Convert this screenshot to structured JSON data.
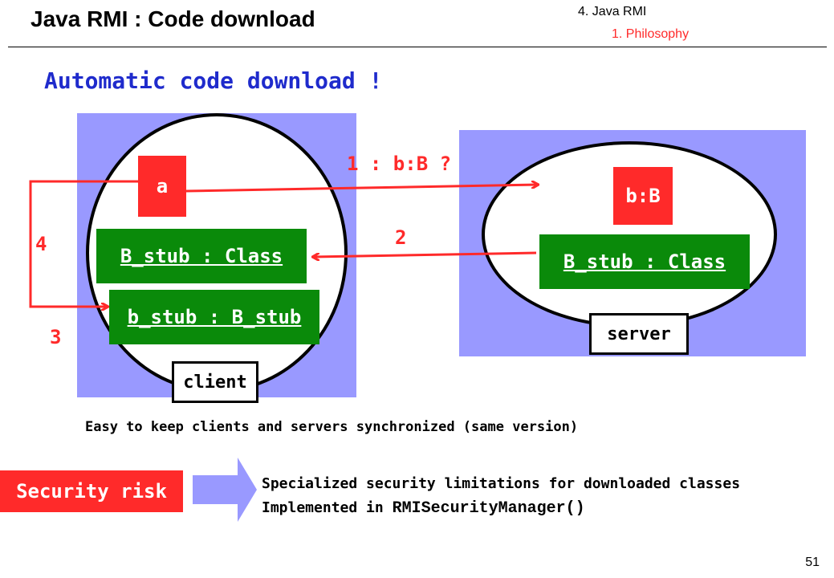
{
  "header": {
    "title": "Java RMI : Code download",
    "section": "4. Java RMI",
    "subsection": "1. Philosophy",
    "subsection_color": "#ff2a2a"
  },
  "subtitle": "Automatic code download !",
  "client": {
    "object_a": "a",
    "stub_class": "B_stub : Class",
    "stub_instance": "b_stub : B_stub",
    "label": "client"
  },
  "server": {
    "object_b": "b:B",
    "stub_class": "B_stub : Class",
    "label": "server"
  },
  "steps": {
    "s1": "1 : b:B ?",
    "s2": "2",
    "s3": "3",
    "s4": "4"
  },
  "note": "Easy to keep clients and servers synchronized (same version)",
  "risk": {
    "label": "Security risk",
    "line1": "Specialized security limitations for downloaded classes",
    "line2_prefix": "Implemented in ",
    "line2_code": "RMISecurityManager()"
  },
  "page_number": "51",
  "colors": {
    "panel": "#9999ff",
    "red": "#ff2a2a",
    "green": "#0a8a0a",
    "accent_blue": "#1f2bcc"
  }
}
